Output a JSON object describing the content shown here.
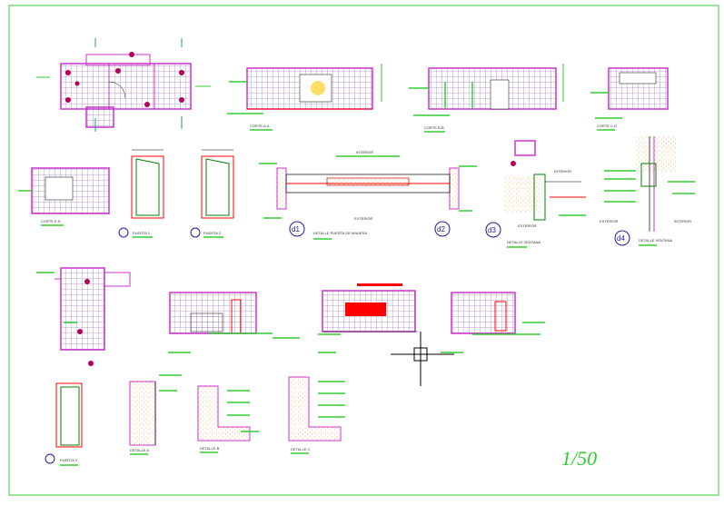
{
  "drawing": {
    "scale": "1/50",
    "colors": {
      "sheet_border": "#33cc33",
      "walls": "#cc33cc",
      "labels": "#33cc33",
      "tags": "#ff0000",
      "annotations": "#000000",
      "circle_tags": "#1a1a99",
      "crosshair": "#000000",
      "tile": "#7a4aa0",
      "hatch": "#ff9900",
      "door_frame": "#ff0000",
      "door_leaf": "#008000"
    },
    "details": {
      "d1": "d1",
      "d2": "d2",
      "d3": "d3",
      "d4": "d4",
      "puerta_madera": "DETALLE PUERTA DE MADERA",
      "ventana_3": "DETALLE VENTANA",
      "ventana_4": "DETALLE VENTANA",
      "exterior": "EXTERIOR",
      "interior": "INTERIOR"
    },
    "labels": {
      "corte_a": "CORTE A-A",
      "corte_b": "CORTE B-B",
      "corte_cd": "CORTE C-D",
      "corte_e": "CORTE E-E",
      "puerta_1": "PUERTA 1",
      "puerta_2": "PUERTA 2",
      "puerta_3": "PUERTA 3",
      "detalle_a": "DETALLE A",
      "detalle_b": "DETALLE B",
      "detalle_c": "DETALLE C"
    }
  }
}
